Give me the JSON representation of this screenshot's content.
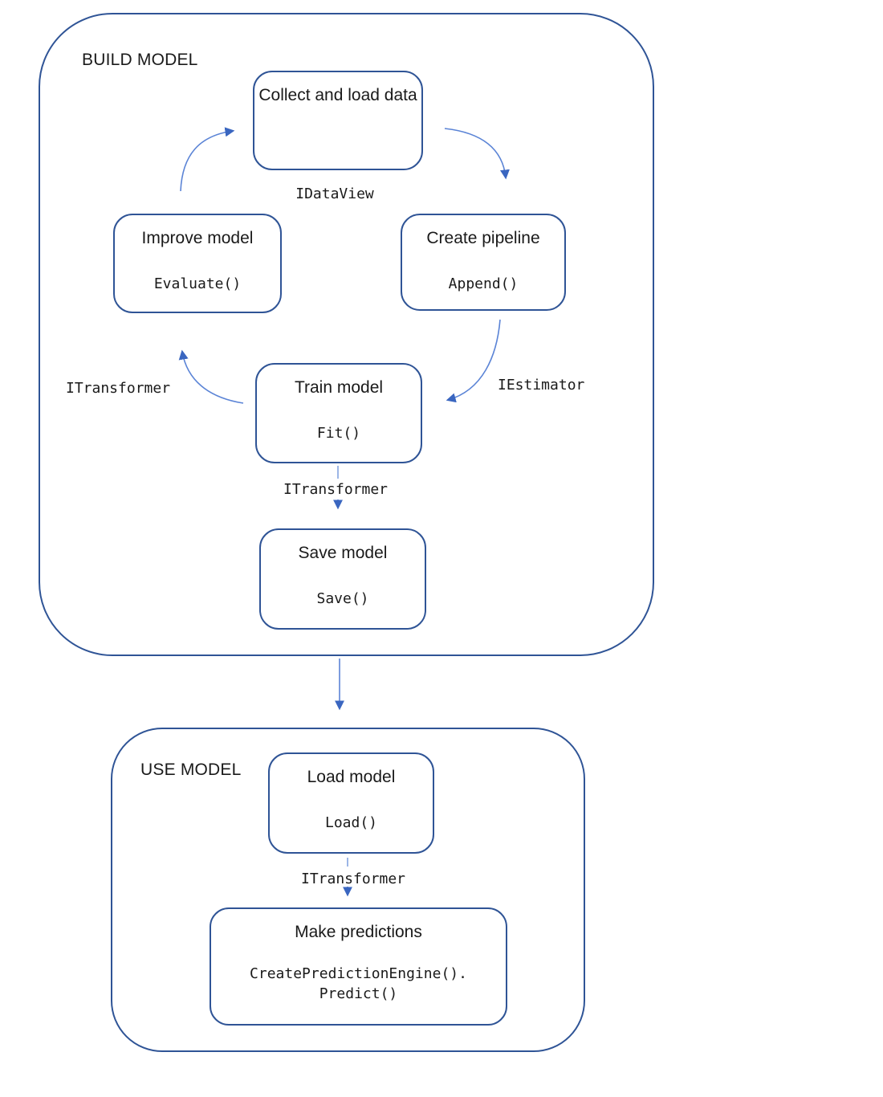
{
  "containers": {
    "build": {
      "label": "BUILD MODEL"
    },
    "use": {
      "label": "USE MODEL"
    }
  },
  "nodes": {
    "collect": {
      "title": "Collect and load data"
    },
    "create": {
      "title": "Create pipeline",
      "code": "Append()"
    },
    "improve": {
      "title": "Improve model",
      "code": "Evaluate()"
    },
    "train": {
      "title": "Train model",
      "code": "Fit()"
    },
    "save": {
      "title": "Save model",
      "code": "Save()"
    },
    "load": {
      "title": "Load model",
      "code": "Load()"
    },
    "predict": {
      "title": "Make predictions",
      "code": "CreatePredictionEngine().",
      "code2": "Predict()"
    }
  },
  "edge_labels": {
    "idataview": "IDataView",
    "iestimator": "IEstimator",
    "itransformer_left": "ITransformer",
    "itransformer_mid": "ITransformer",
    "itransformer_use": "ITransformer"
  },
  "colors": {
    "node_border": "#2F5496",
    "arrow_line": "#5B84D6",
    "arrow_head": "#3A66C0",
    "text": "#1a1a1a"
  }
}
